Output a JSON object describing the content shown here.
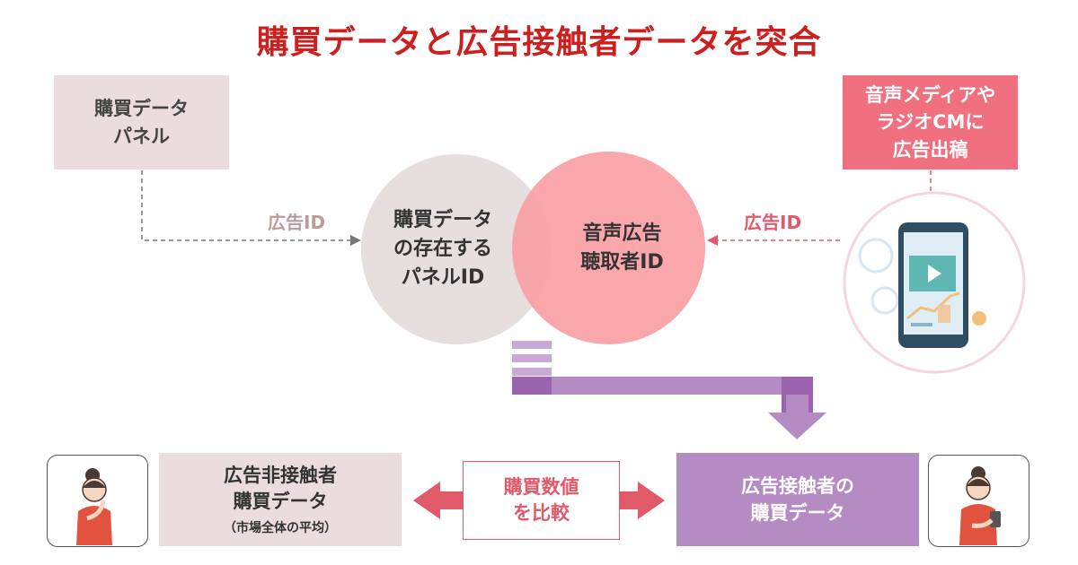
{
  "title": "購買データと広告接触者データを突合",
  "panel_box": {
    "line1": "購買データ",
    "line2": "パネル"
  },
  "media_box": {
    "line1": "音声メディアや",
    "line2": "ラジオCMに",
    "line3": "広告出稿"
  },
  "id_label_left": "広告ID",
  "id_label_right": "広告ID",
  "circle_left": {
    "line1": "購買データ",
    "line2": "の存在する",
    "line3": "パネルID"
  },
  "circle_right": {
    "line1": "音声広告",
    "line2": "聴取者ID"
  },
  "bottom_left": {
    "line1": "広告非接触者",
    "line2": "購買データ",
    "line3": "（市場全体の平均）"
  },
  "compare": {
    "line1": "購買数値",
    "line2": "を比較"
  },
  "bottom_right": {
    "line1": "広告接触者の",
    "line2": "購買データ"
  },
  "colors": {
    "title": "#cc1f1f",
    "panel_bg": "#ebdddd",
    "media_bg": "#f07080",
    "accent_red": "#e05a6a",
    "purple": "#b48bc3",
    "purple_dark": "#9a64ae"
  },
  "icons": {
    "phone": "smartphone-video-icon",
    "avatar_left": "thinking-woman-icon",
    "avatar_right": "woman-with-phone-icon"
  }
}
